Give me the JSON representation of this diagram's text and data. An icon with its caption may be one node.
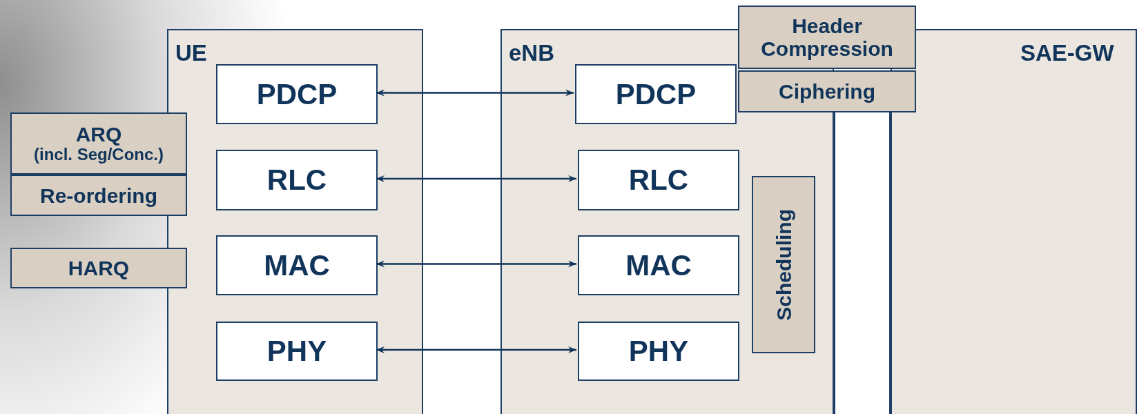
{
  "diagram": {
    "nodes": [
      {
        "text": [
          "ARQ",
          "(incl. Seg/Conc.)"
        ]
      },
      {
        "text": [
          "Re-ordering"
        ]
      },
      {
        "text": [
          "HARQ"
        ]
      },
      {
        "text": [
          "UE"
        ]
      },
      {
        "text": [
          "PDCP"
        ],
        "in": 3
      },
      {
        "text": [
          "RLC"
        ],
        "in": 3
      },
      {
        "text": [
          "MAC"
        ],
        "in": 3
      },
      {
        "text": [
          "PHY"
        ],
        "in": 3
      },
      {
        "text": [
          "eNB"
        ]
      },
      {
        "text": [
          "PDCP"
        ],
        "in": 8
      },
      {
        "text": [
          "RLC"
        ],
        "in": 8
      },
      {
        "text": [
          "MAC"
        ],
        "in": 8
      },
      {
        "text": [
          "PHY"
        ],
        "in": 8
      },
      {
        "text": [
          "Header Compression"
        ]
      },
      {
        "text": [
          "Ciphering"
        ]
      },
      {
        "text": [
          "Scheduling"
        ],
        "in": 8
      },
      {
        "text": [
          "SAE-GW"
        ]
      },
      {
        "text": [],
        "shape": "box"
      }
    ],
    "edges": [
      {
        "from": 4,
        "to": 9,
        "arrow": "both"
      },
      {
        "from": 5,
        "to": 10,
        "arrow": "both"
      },
      {
        "from": 6,
        "to": 11,
        "arrow": "both"
      },
      {
        "from": 7,
        "to": 12,
        "arrow": "both"
      }
    ]
  }
}
